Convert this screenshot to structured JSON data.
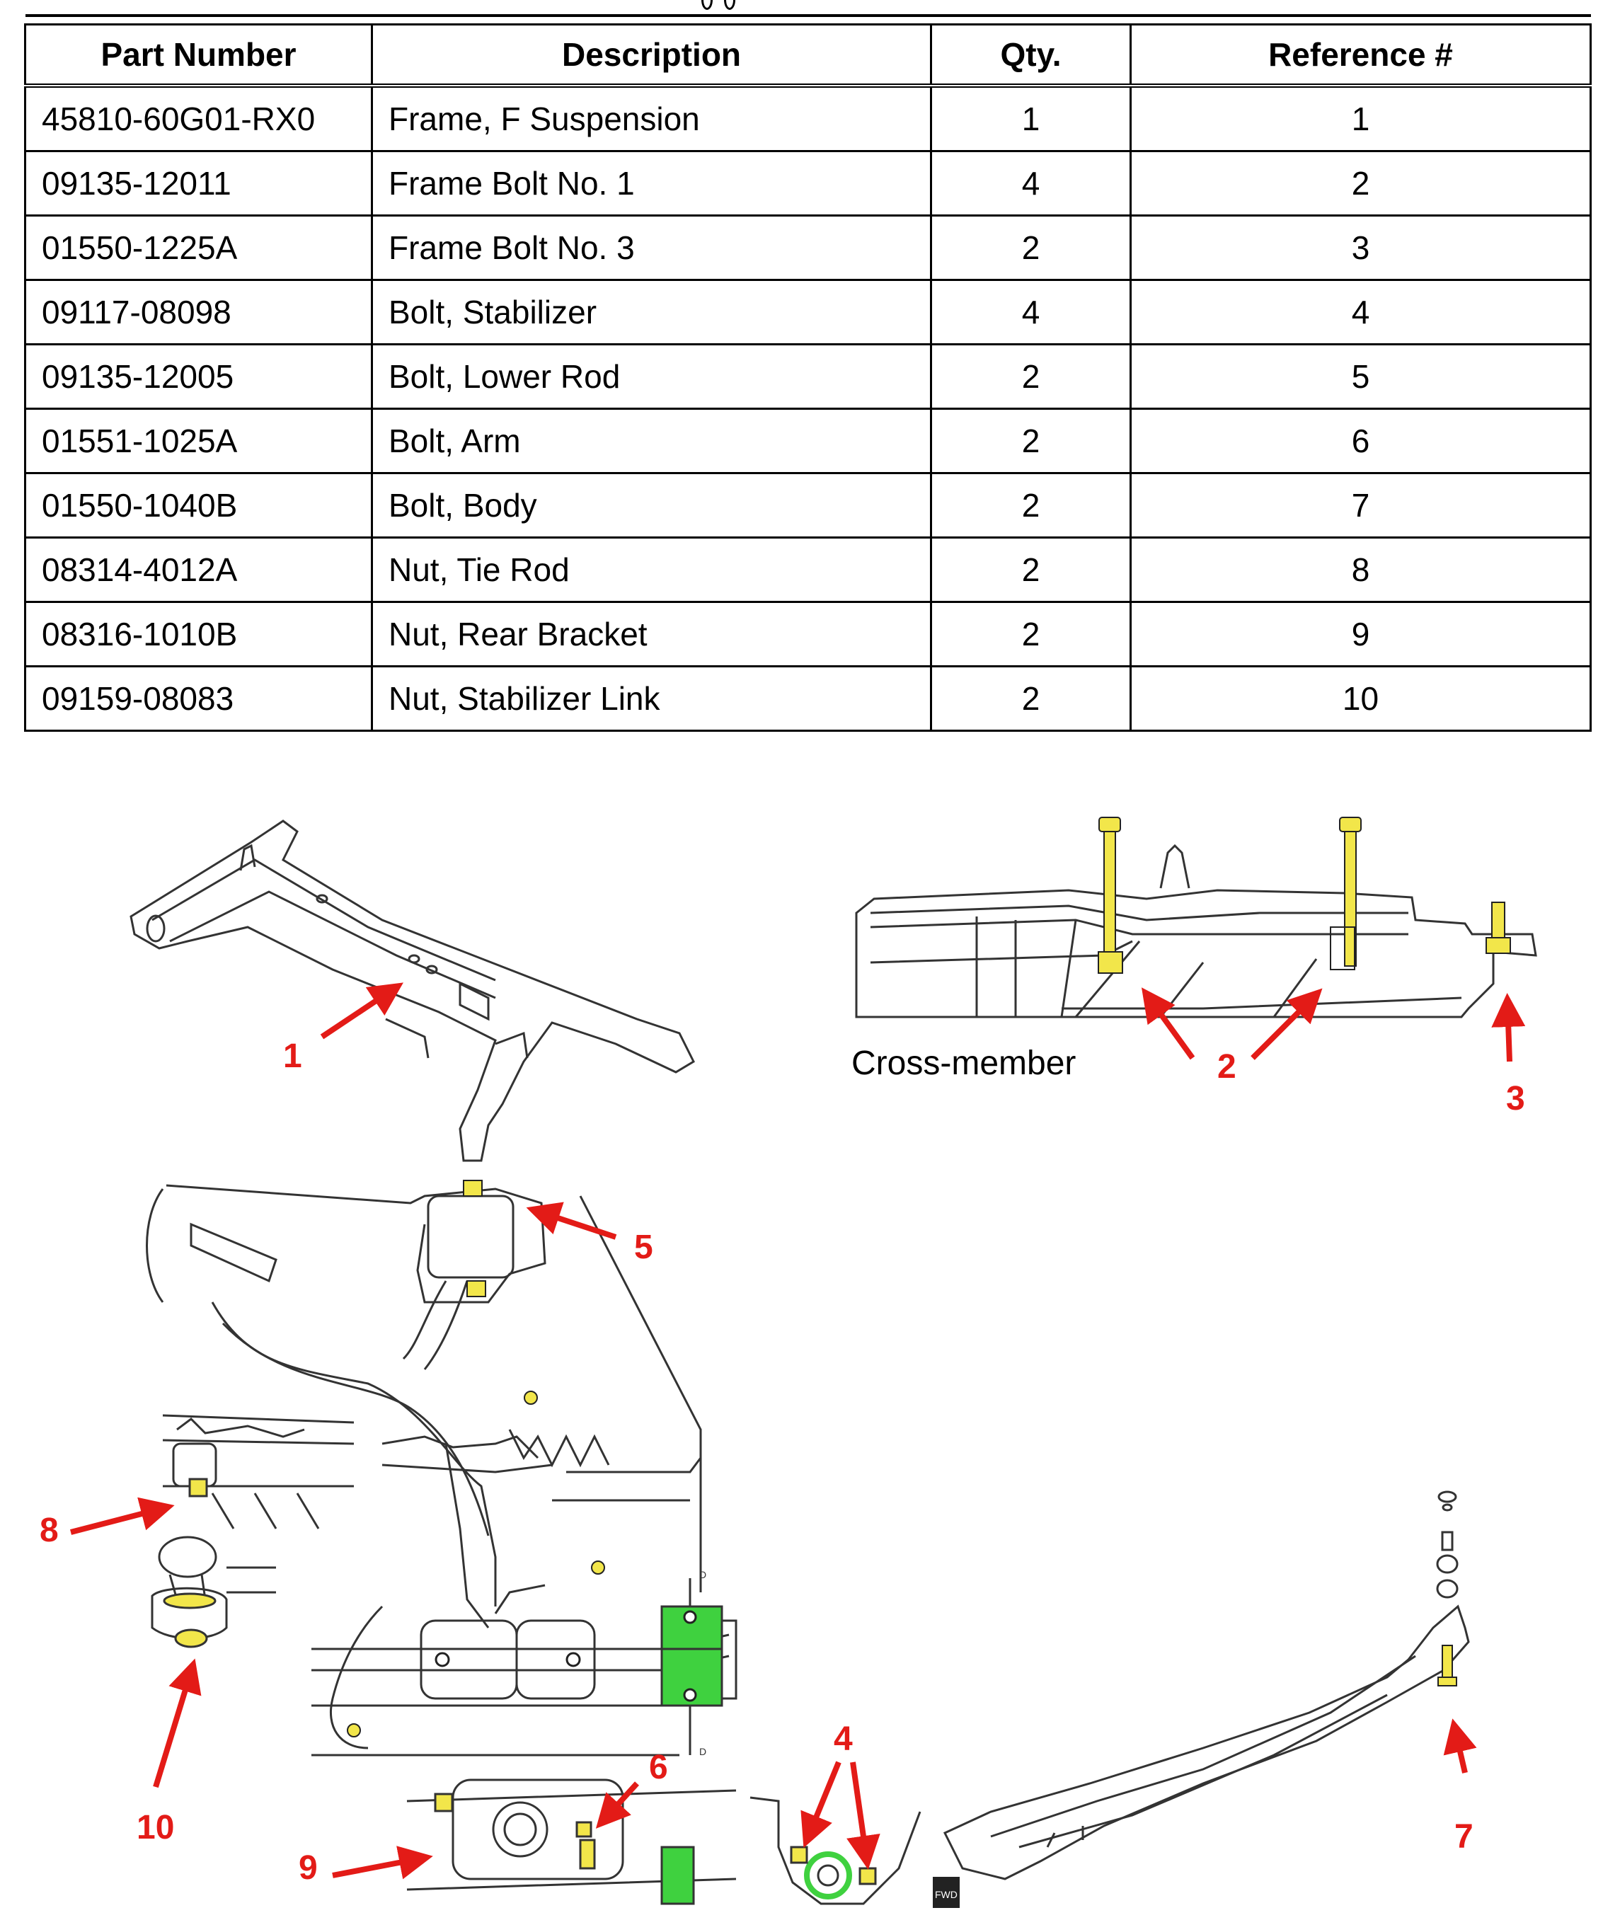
{
  "table": {
    "headers": {
      "part_number": "Part Number",
      "description": "Description",
      "qty": "Qty.",
      "reference": "Reference #"
    },
    "rows": [
      {
        "part": "45810-60G01-RX0",
        "desc": "Frame, F Suspension",
        "qty": "1",
        "ref": "1"
      },
      {
        "part": "09135-12011",
        "desc": "Frame Bolt No. 1",
        "qty": "4",
        "ref": "2"
      },
      {
        "part": "01550-1225A",
        "desc": "Frame Bolt No. 3",
        "qty": "2",
        "ref": "3"
      },
      {
        "part": "09117-08098",
        "desc": "Bolt, Stabilizer",
        "qty": "4",
        "ref": "4"
      },
      {
        "part": "09135-12005",
        "desc": "Bolt, Lower Rod",
        "qty": "2",
        "ref": "5"
      },
      {
        "part": "01551-1025A",
        "desc": "Bolt, Arm",
        "qty": "2",
        "ref": "6"
      },
      {
        "part": "01550-1040B",
        "desc": "Bolt, Body",
        "qty": "2",
        "ref": "7"
      },
      {
        "part": "08314-4012A",
        "desc": "Nut, Tie Rod",
        "qty": "2",
        "ref": "8"
      },
      {
        "part": "08316-1010B",
        "desc": "Nut, Rear Bracket",
        "qty": "2",
        "ref": "9"
      },
      {
        "part": "09159-08083",
        "desc": "Nut, Stabilizer Link",
        "qty": "2",
        "ref": "10"
      }
    ]
  },
  "figure": {
    "caption": "Cross-member",
    "callouts": {
      "c1": "1",
      "c2": "2",
      "c3": "3",
      "c4": "4",
      "c5": "5",
      "c6": "6",
      "c7": "7",
      "c8": "8",
      "c9": "9",
      "c10": "10"
    },
    "marker_d": "D",
    "fwd_label": "FWD",
    "colors": {
      "callout_red": "#e31b17",
      "bolt_yellow": "#f2e64a",
      "bracket_green": "#3fd13f",
      "line_art": "#333333"
    }
  }
}
